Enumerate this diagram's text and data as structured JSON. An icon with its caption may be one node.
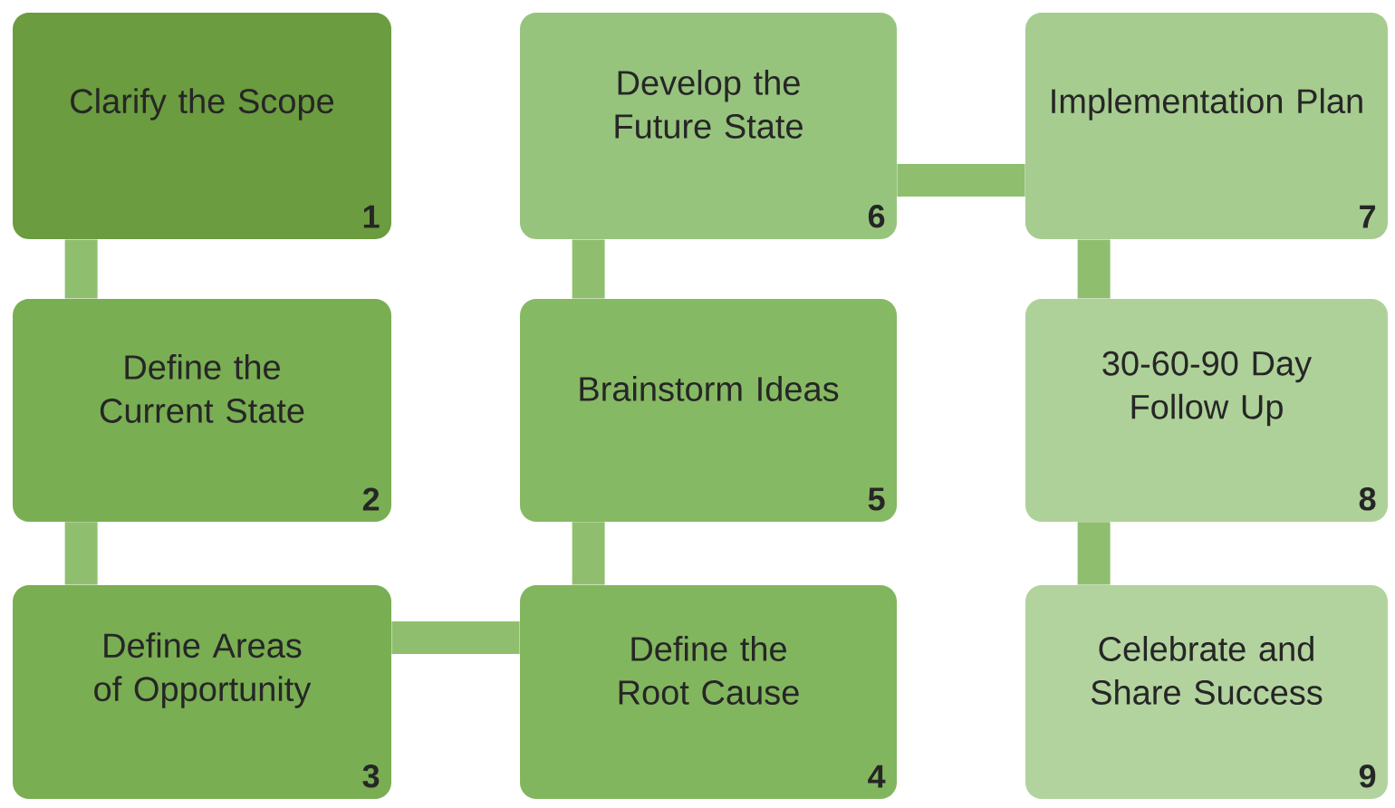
{
  "diagram": {
    "nodes": [
      {
        "text": [
          "Clarify the Scope",
          "1"
        ]
      },
      {
        "text": [
          "Define the Current State",
          "2"
        ]
      },
      {
        "text": [
          "Define Areas of Opportunity",
          "3"
        ]
      },
      {
        "text": [
          "Define the Root Cause",
          "4"
        ]
      },
      {
        "text": [
          "Brainstorm Ideas",
          "5"
        ]
      },
      {
        "text": [
          "Develop the Future State",
          "6"
        ]
      },
      {
        "text": [
          "Implementation Plan",
          "7"
        ]
      },
      {
        "text": [
          "30-60-90 Day Follow Up",
          "8"
        ]
      },
      {
        "text": [
          "Celebrate and Share Success",
          "9"
        ]
      }
    ],
    "edges": [
      {
        "from": 0,
        "to": 1,
        "arrow": "none"
      },
      {
        "from": 1,
        "to": 2,
        "arrow": "none"
      },
      {
        "from": 2,
        "to": 3,
        "arrow": "none"
      },
      {
        "from": 3,
        "to": 4,
        "arrow": "none"
      },
      {
        "from": 4,
        "to": 5,
        "arrow": "none"
      },
      {
        "from": 5,
        "to": 6,
        "arrow": "none"
      },
      {
        "from": 6,
        "to": 7,
        "arrow": "none"
      },
      {
        "from": 7,
        "to": 8,
        "arrow": "none"
      }
    ]
  }
}
